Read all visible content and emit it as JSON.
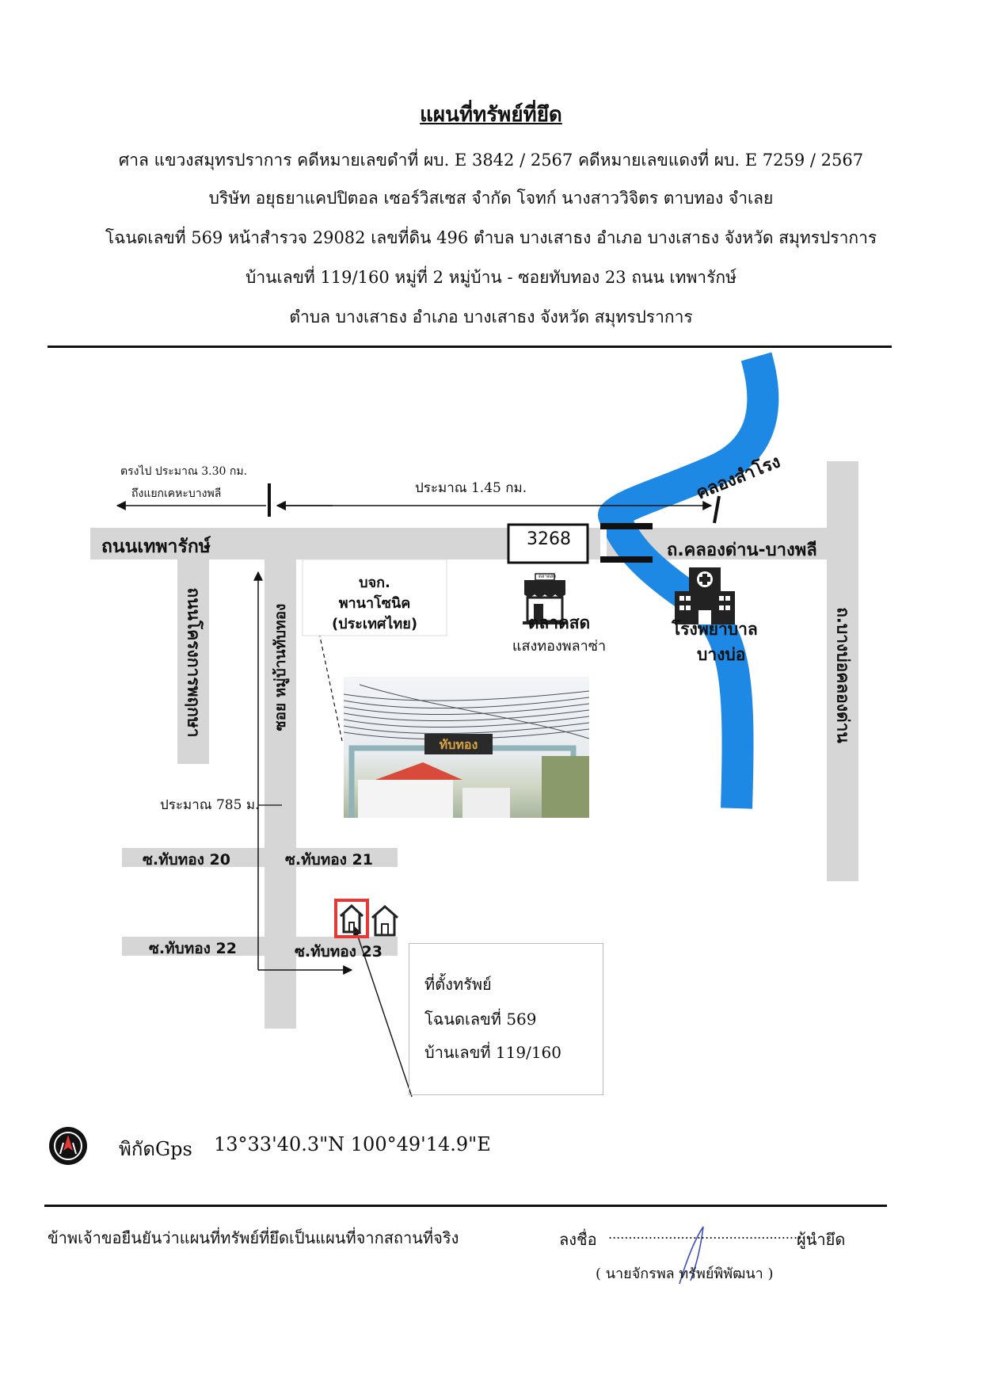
{
  "header": {
    "title": "แผนที่ทรัพย์ที่ยึด",
    "line1": "ศาล แขวงสมุทรปราการ    คดีหมายเลขดำที่ ผบ. E 3842 / 2567    คดีหมายเลขแดงที่ ผบ. E 7259 / 2567",
    "line2": "บริษัท อยุธยาแคปปิตอล เซอร์วิสเซส จำกัด   โจทก์          นางสาววิจิตร  ตาบทอง   จำเลย",
    "line3": "โฉนดเลขที่ 569   หน้าสำรวจ  29082   เลขที่ดิน  496    ตำบล บางเสาธง  อำเภอ บางเสาธง  จังหวัด สมุทรปราการ",
    "line4": "บ้านเลขที่ 119/160   หมู่ที่ 2   หมู่บ้าน - ซอยทับทอง 23 ถนน เทพารักษ์",
    "line5": "ตำบล บางเสาธง  อำเภอ บางเสาธง  จังหวัด สมุทรปราการ"
  },
  "map": {
    "far_direction_line1": "ตรงไป ประมาณ 3.30 กม.",
    "far_direction_line2": "ถึงแยกเคหะบางพลี",
    "distance_main": "ประมาณ  1.45 กม.",
    "road_main": "ถนนเทพารักษ์",
    "road_east": "ถ.คลองด่าน-บางพลี",
    "road_vertical_left": "ถนนโครงการพฤกษา",
    "road_vertical_soi": "ซอย หมู่บ้านทับทอง",
    "road_vertical_right": "ถ.บางบ่อคลองด่าน",
    "canal": "คลองสำโรง",
    "route_number": "3268",
    "company_line1": "บจก.",
    "company_line2": "พานาโซนิค",
    "company_line3": "(ประเทศไทย)",
    "market_line1": "ตลาดสด",
    "market_line2": "แสงทองพลาซ่า",
    "market_sign": "ตลาดสด",
    "hospital_line1": "โรงพยาบาล",
    "hospital_line2": "บางบ่อ",
    "distance_soi": "ประมาณ  785 ม.",
    "soi_20": "ซ.ทับทอง 20",
    "soi_21": "ซ.ทับทอง 21",
    "soi_22": "ซ.ทับทอง 22",
    "soi_23": "ซ.ทับทอง 23",
    "photo_sign": "ทับทอง",
    "location_label": "ที่ตั้งทรัพย์",
    "deed_label": "โฉนดเลขที่ 569",
    "house_label": "บ้านเลขที่  119/160"
  },
  "gps": {
    "label": "พิกัดGps",
    "value": "13°33'40.3\"N 100°49'14.9\"E"
  },
  "footer": {
    "statement": "ข้าพเจ้าขอยืนยันว่าแผนที่ทรัพย์ที่ยึดเป็นแผนที่จากสถานที่จริง",
    "sign_prefix": "ลงชื่อ",
    "sign_dots": "...................................................",
    "sign_suffix": "ผู้นำยึด",
    "signer": "( นายจักรพล  ทรัพย์พิพัฒนา )"
  },
  "colors": {
    "canal": "#1e88e5",
    "road": "#d6d6d6",
    "marker": "#e53935",
    "text": "#111111"
  },
  "icons": [
    "market-icon",
    "hospital-icon",
    "house-icon",
    "compass-icon",
    "bridge-icon"
  ]
}
